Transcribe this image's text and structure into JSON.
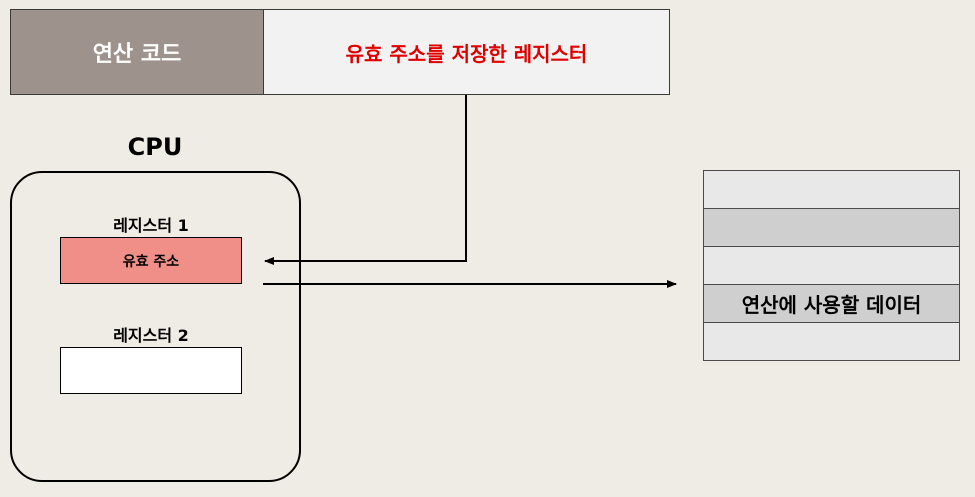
{
  "instruction": {
    "opcode_label": "연산 코드",
    "operand_label": "유효 주소를 저장한 레지스터",
    "opcode_bg": "#9e928d",
    "operand_bg": "#f2f2f2",
    "operand_text_color": "#e00000"
  },
  "cpu": {
    "title": "CPU",
    "register1": {
      "label": "레지스터 1",
      "content": "유효 주소",
      "fill": "#f08f87"
    },
    "register2": {
      "label": "레지스터 2",
      "content": "",
      "fill": "#ffffff"
    }
  },
  "memory": {
    "cells": [
      {
        "text": "",
        "fill": "#e8e8e8"
      },
      {
        "text": "",
        "fill": "#cfcfcf"
      },
      {
        "text": "",
        "fill": "#e8e8e8"
      },
      {
        "text": "연산에 사용할 데이터",
        "fill": "#cfcfcf"
      },
      {
        "text": "",
        "fill": "#e8e8e8"
      }
    ]
  }
}
